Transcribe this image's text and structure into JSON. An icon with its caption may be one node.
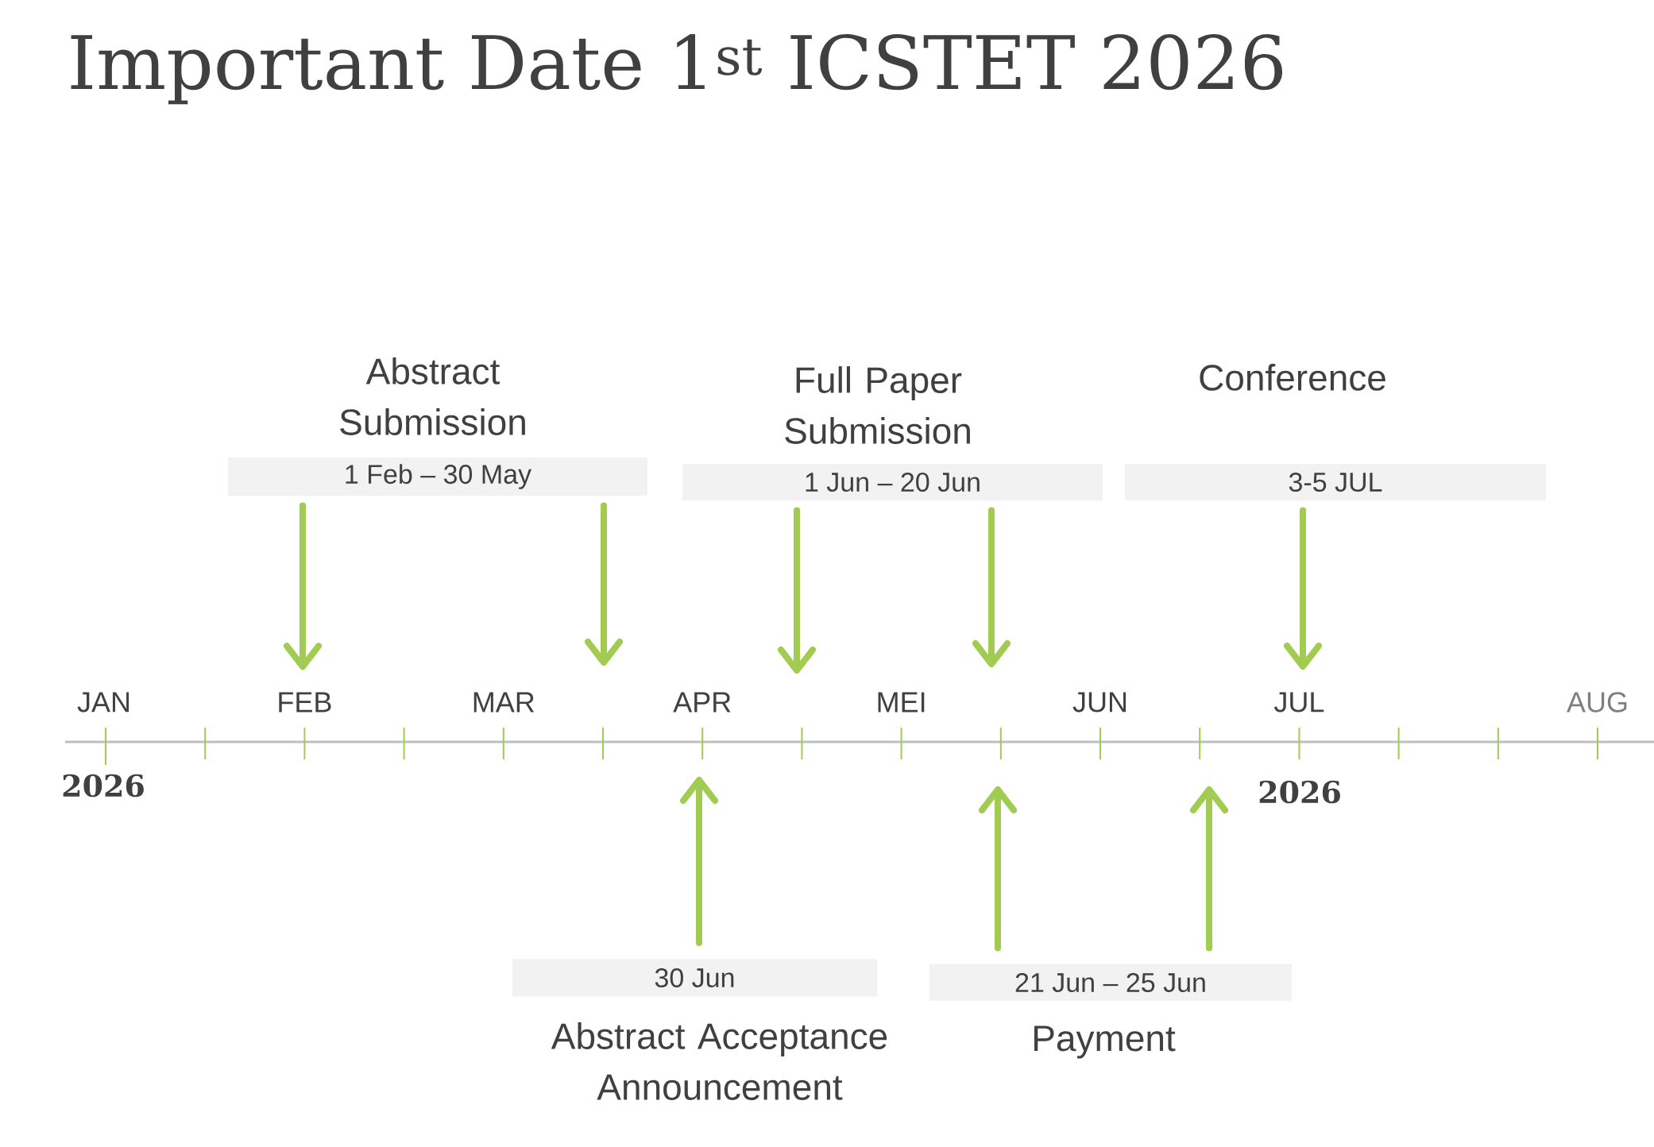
{
  "diagram": {
    "title": "Important Date 1$^{st}$ ICSTET 2026",
    "nodes": [
      {
        "text": [
          "Abstract Submission",
          "1 Feb – 30 May"
        ]
      },
      {
        "text": [
          "Full Paper Submission",
          "1 Jun – 20 Jun"
        ]
      },
      {
        "text": [
          "Conference",
          "3-5 JUL"
        ]
      },
      {
        "text": [
          "FEB"
        ]
      },
      {
        "text": [
          "JUL"
        ]
      },
      {
        "text": [
          "30 Jun",
          "Abstract Acceptance Announcement"
        ]
      },
      {
        "text": [
          "21 Jun – 25 Jun",
          "Payment"
        ]
      }
    ],
    "edges": [
      {
        "from": 0,
        "to": 3,
        "arrow": "to"
      },
      {
        "from": 0,
        "to": null,
        "arrow": "to"
      },
      {
        "from": 1,
        "to": null,
        "arrow": "to"
      },
      {
        "from": 1,
        "to": null,
        "arrow": "to"
      },
      {
        "from": 2,
        "to": 4,
        "arrow": "to"
      },
      {
        "from": 5,
        "to": null,
        "arrow": "to"
      },
      {
        "from": 6,
        "to": null,
        "arrow": "to"
      },
      {
        "from": 6,
        "to": null,
        "arrow": "to"
      }
    ],
    "labels": [
      "JAN",
      "MAR",
      "APR",
      "MEI",
      "JUN",
      "AUG",
      "2026",
      "2026"
    ]
  }
}
